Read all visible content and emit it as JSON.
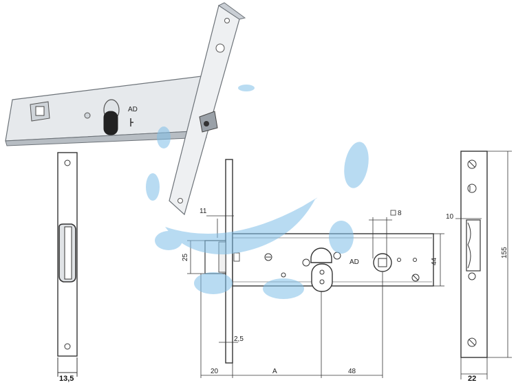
{
  "labels": {
    "side_width": "13,5",
    "latch_offset": "11",
    "latch_height": "25",
    "plate_thickness": "2,5",
    "backset_front": "20",
    "backset_var": "A",
    "center_dist": "48",
    "square_spindle": "8",
    "body_height": "44",
    "plate_slot": "10",
    "plate_length": "155",
    "plate_width": "22"
  },
  "colors": {
    "line": "#333333",
    "metal_light": "#eef0f2",
    "metal_mid": "#c9ced4",
    "metal_dark": "#8a9096",
    "watermark": "#7fbfe8"
  }
}
